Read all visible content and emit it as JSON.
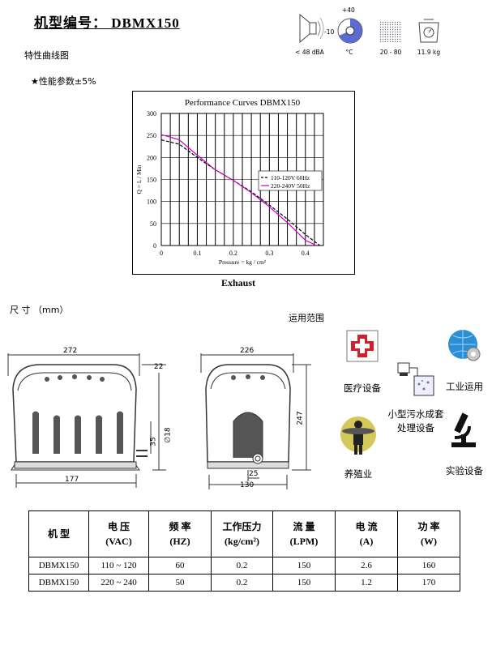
{
  "header": {
    "title": "机型编号： DBMX150",
    "subtitle": "特性曲线图",
    "accuracy_note": "★性能参数±5%"
  },
  "spec_icons": [
    {
      "icon": "speaker-icon",
      "label": "< 48 dBA"
    },
    {
      "icon": "thermometer-icon",
      "label": "°C",
      "top_value": "+40",
      "left_value": "-10"
    },
    {
      "icon": "humidity-icon",
      "label": "20 - 80"
    },
    {
      "icon": "weight-icon",
      "label": "11.9 kg"
    }
  ],
  "chart_data": {
    "type": "line",
    "title": "Performance  Curves  DBMX150",
    "xlabel": "Pressure = kg / cm²",
    "ylabel": "Q = L / Min",
    "caption": "Exhaust",
    "xlim": [
      0,
      0.45
    ],
    "ylim": [
      0,
      300
    ],
    "x_ticks": [
      "0",
      "0.1",
      "0.2",
      "0.3",
      "0.4"
    ],
    "y_ticks": [
      "0",
      "50",
      "100",
      "150",
      "200",
      "250",
      "300"
    ],
    "grid": true,
    "legend_position": "right",
    "series": [
      {
        "name": "110-120V 60Hz",
        "style": "dashed",
        "color": "#000000",
        "x": [
          0,
          0.05,
          0.1,
          0.15,
          0.2,
          0.25,
          0.3,
          0.35,
          0.4,
          0.44
        ],
        "y": [
          240,
          230,
          200,
          172,
          148,
          122,
          92,
          60,
          25,
          0
        ]
      },
      {
        "name": "220-240V 50Hz",
        "style": "solid",
        "color": "#cc00cc",
        "x": [
          0,
          0.05,
          0.1,
          0.15,
          0.2,
          0.25,
          0.3,
          0.35,
          0.4,
          0.43
        ],
        "y": [
          252,
          240,
          205,
          172,
          148,
          120,
          88,
          52,
          12,
          0
        ]
      }
    ]
  },
  "dimensions": {
    "heading": "尺  寸  （mm）",
    "front_width": "272",
    "front_side": "22",
    "front_height_low": "35",
    "front_diameter": "∅18",
    "front_base": "177",
    "side_width": "226",
    "side_height": "247",
    "side_outlet": "25",
    "side_base": "130"
  },
  "applications": {
    "heading": "运用范围",
    "items": [
      {
        "icon": "medical-cross-icon",
        "label": "医疗设备"
      },
      {
        "icon": "globe-gear-icon",
        "label": "工业运用"
      },
      {
        "icon": "sewage-tank-icon",
        "label": "小型污水成套处理设备"
      },
      {
        "icon": "fisherman-icon",
        "label": "养殖业"
      },
      {
        "icon": "microscope-icon",
        "label": "实验设备"
      }
    ]
  },
  "spec_table": {
    "headers": [
      {
        "top": "机  型",
        "bottom": ""
      },
      {
        "top": "电    压",
        "bottom": "(VAC)"
      },
      {
        "top": "频    率",
        "bottom": "(HZ)"
      },
      {
        "top": "工作压力",
        "bottom": "(kg/cm²)"
      },
      {
        "top": "流    量",
        "bottom": "(LPM)"
      },
      {
        "top": "电    流",
        "bottom": "(A)"
      },
      {
        "top": "功  率",
        "bottom": "(W)"
      }
    ],
    "rows": [
      [
        "DBMX150",
        "110 ~ 120",
        "60",
        "0.2",
        "150",
        "2.6",
        "160"
      ],
      [
        "DBMX150",
        "220 ~ 240",
        "50",
        "0.2",
        "150",
        "1.2",
        "170"
      ]
    ]
  }
}
